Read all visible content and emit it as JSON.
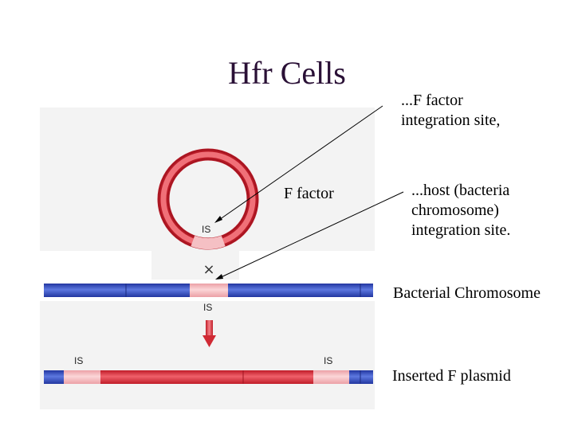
{
  "title": "Hfr Cells",
  "annotations": {
    "f_integration_site": [
      "...F factor",
      "integration site,"
    ],
    "host_integration_site": [
      "...host (bacteria",
      "chromosome)",
      "integration site."
    ],
    "f_factor": "F factor",
    "bacterial_chromosome": "Bacterial Chromosome",
    "inserted_f_plasmid": "Inserted F plasmid"
  },
  "figure": {
    "is_label": "IS",
    "crossover_symbol": "×"
  },
  "colors": {
    "f_factor_dna": "#e0303a",
    "chromosome_dna": "#3a55c8",
    "insertion_sequence": "#f4b4b8",
    "panel_background": "#f3f3f3",
    "title": "#2a1036"
  }
}
